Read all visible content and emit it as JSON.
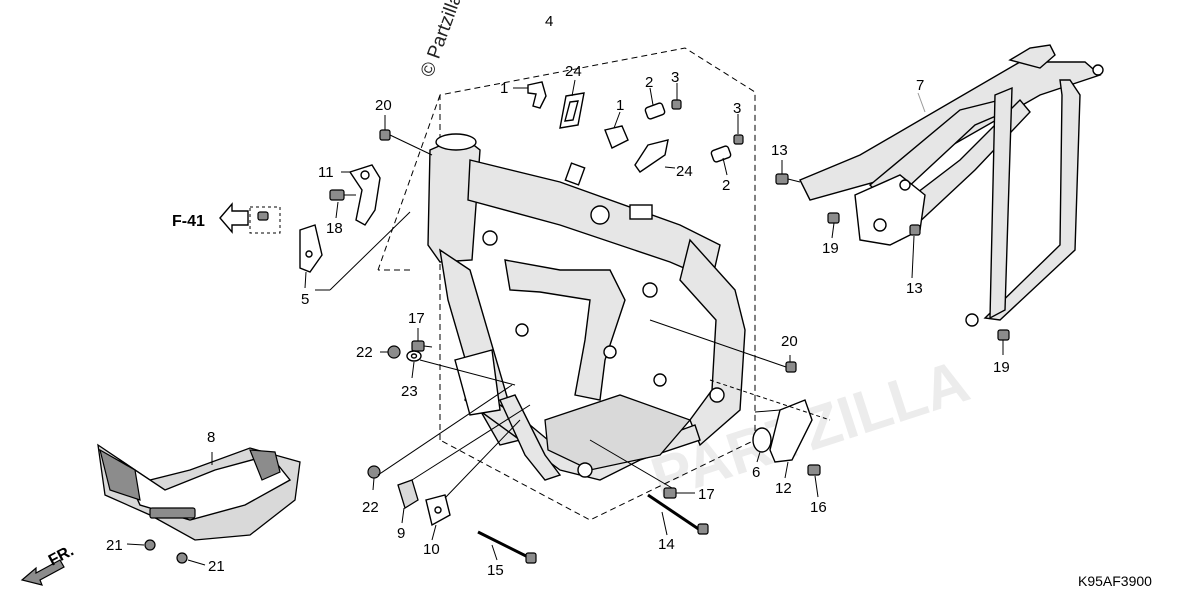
{
  "watermark": {
    "text": "© Partzilla",
    "faint_text": "PARTZILLA"
  },
  "diagram_code": "K95AF3900",
  "arrows": {
    "ref": "F-41",
    "front": "FR."
  },
  "callouts": [
    {
      "id": "c1a",
      "text": "1"
    },
    {
      "id": "c1b",
      "text": "1"
    },
    {
      "id": "c2a",
      "text": "2"
    },
    {
      "id": "c2b",
      "text": "2"
    },
    {
      "id": "c3a",
      "text": "3"
    },
    {
      "id": "c3b",
      "text": "3"
    },
    {
      "id": "c4",
      "text": "4"
    },
    {
      "id": "c5",
      "text": "5"
    },
    {
      "id": "c6",
      "text": "6"
    },
    {
      "id": "c7",
      "text": "7"
    },
    {
      "id": "c8",
      "text": "8"
    },
    {
      "id": "c9",
      "text": "9"
    },
    {
      "id": "c10",
      "text": "10"
    },
    {
      "id": "c11",
      "text": "11"
    },
    {
      "id": "c12",
      "text": "12"
    },
    {
      "id": "c13a",
      "text": "13"
    },
    {
      "id": "c13b",
      "text": "13"
    },
    {
      "id": "c14",
      "text": "14"
    },
    {
      "id": "c15",
      "text": "15"
    },
    {
      "id": "c16",
      "text": "16"
    },
    {
      "id": "c17a",
      "text": "17"
    },
    {
      "id": "c17b",
      "text": "17"
    },
    {
      "id": "c18",
      "text": "18"
    },
    {
      "id": "c19a",
      "text": "19"
    },
    {
      "id": "c19b",
      "text": "19"
    },
    {
      "id": "c20a",
      "text": "20"
    },
    {
      "id": "c20b",
      "text": "20"
    },
    {
      "id": "c21a",
      "text": "21"
    },
    {
      "id": "c21b",
      "text": "21"
    },
    {
      "id": "c22a",
      "text": "22"
    },
    {
      "id": "c22b",
      "text": "22"
    },
    {
      "id": "c23",
      "text": "23"
    },
    {
      "id": "c24a",
      "text": "24"
    },
    {
      "id": "c24b",
      "text": "24"
    }
  ]
}
